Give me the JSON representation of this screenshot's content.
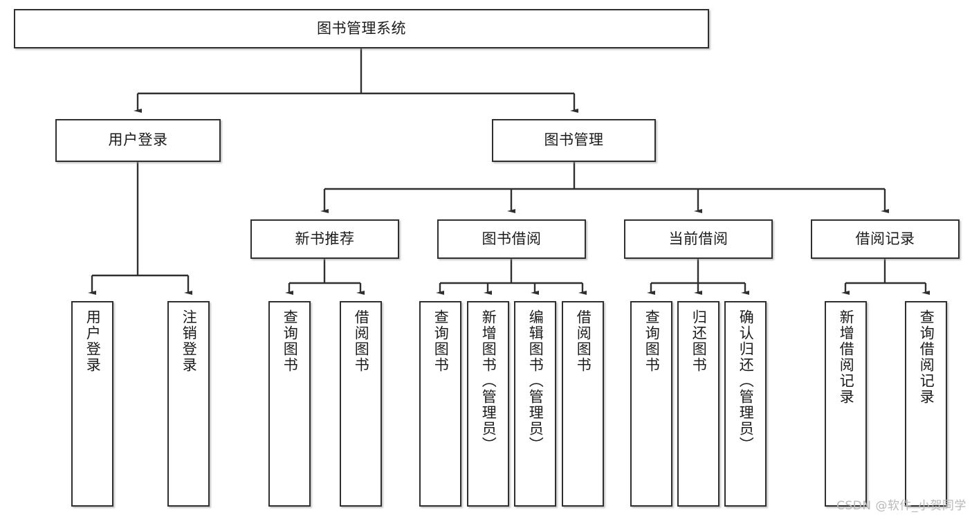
{
  "diagram": {
    "title": "图书管理系统",
    "type": "tree-hierarchy-diagram",
    "root": {
      "label": "图书管理系统"
    },
    "level2": [
      {
        "label": "用户登录"
      },
      {
        "label": "图书管理"
      }
    ],
    "level3": [
      {
        "label": "新书推荐"
      },
      {
        "label": "图书借阅"
      },
      {
        "label": "当前借阅"
      },
      {
        "label": "借阅记录"
      }
    ],
    "leaves": [
      {
        "label": "用户登录",
        "parent": "用户登录"
      },
      {
        "label": "注销登录",
        "parent": "用户登录"
      },
      {
        "label": "查询图书",
        "parent": "新书推荐"
      },
      {
        "label": "借阅图书",
        "parent": "新书推荐"
      },
      {
        "label": "查询图书",
        "parent": "图书借阅"
      },
      {
        "label": "新增图书（管理员）",
        "parent": "图书借阅"
      },
      {
        "label": "编辑图书（管理员）",
        "parent": "图书借阅"
      },
      {
        "label": "借阅图书",
        "parent": "图书借阅"
      },
      {
        "label": "查询图书",
        "parent": "当前借阅"
      },
      {
        "label": "归还图书",
        "parent": "当前借阅"
      },
      {
        "label": "确认归还（管理员）",
        "parent": "当前借阅"
      },
      {
        "label": "新增借阅记录",
        "parent": "借阅记录"
      },
      {
        "label": "查询借阅记录",
        "parent": "借阅记录"
      }
    ]
  },
  "watermark": {
    "text": "CSDN @软件_小贺同学"
  },
  "colors": {
    "stroke": "#2f2f2f",
    "text": "#1b1b1b",
    "background": "#ffffff",
    "watermark": "#b9b9b9"
  }
}
